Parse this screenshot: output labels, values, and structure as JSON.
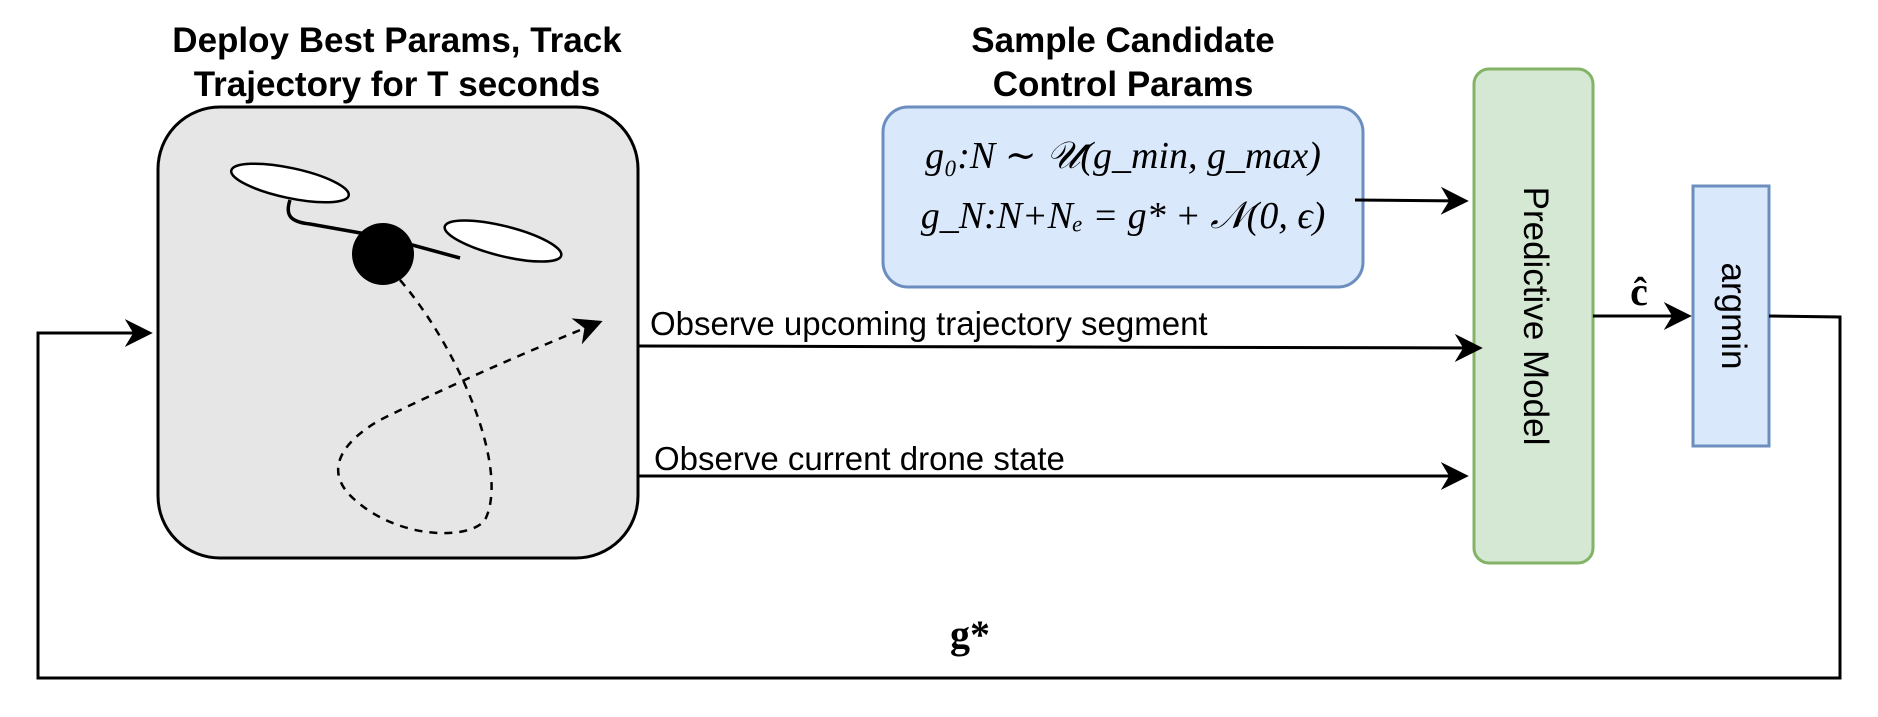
{
  "titles": {
    "deploy_line1": "Deploy Best Params, Track",
    "deploy_line2": "Trajectory for T seconds",
    "sample_line1": "Sample Candidate",
    "sample_line2": "Control Params"
  },
  "equations": {
    "line1": "g₀:N ∼ 𝒰(g_min, g_max)",
    "line2": "g_N:N+Nₑ = g* + 𝒩(0, ϵ)"
  },
  "labels": {
    "upcoming": "Observe upcoming trajectory segment",
    "current": "Observe current drone state",
    "predictive_model": "Predictive Model",
    "argmin": "argmin",
    "c_hat": "ĉ",
    "g_star": "g*"
  },
  "colors": {
    "deploy_fill": "#e6e6e6",
    "sample_fill": "#dae8fc",
    "sample_stroke": "#6c8ebf",
    "model_fill": "#d5e8d4",
    "model_stroke": "#82b366",
    "argmin_fill": "#dae8fc",
    "argmin_stroke": "#6c8ebf"
  }
}
